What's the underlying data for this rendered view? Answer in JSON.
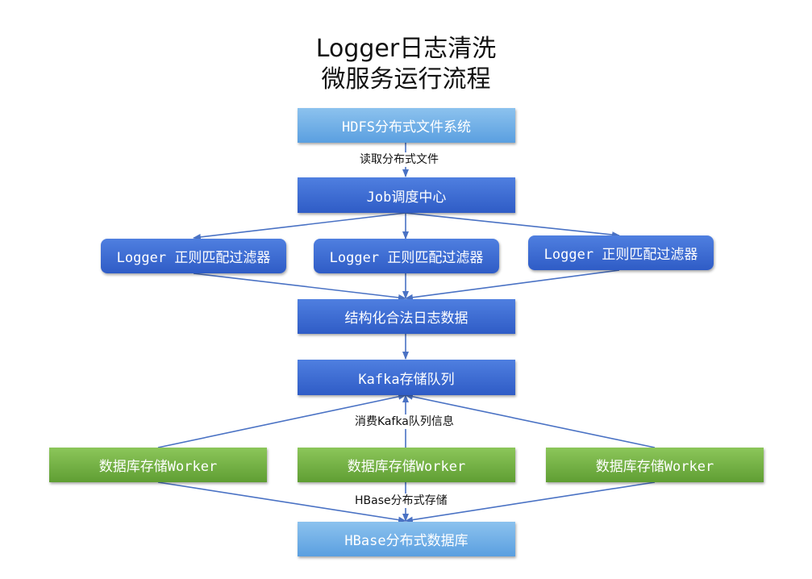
{
  "title": {
    "line1": "Logger日志清洗",
    "line2": "微服务运行流程"
  },
  "nodes": {
    "hdfs": "HDFS分布式文件系统",
    "job": "Job调度中心",
    "filter_1": "Logger 正则匹配过滤器",
    "filter_2": "Logger 正则匹配过滤器",
    "filter_3": "Logger 正则匹配过滤器",
    "structured": "结构化合法日志数据",
    "kafka": "Kafka存储队列",
    "worker_1": "数据库存储Worker",
    "worker_2": "数据库存储Worker",
    "worker_3": "数据库存储Worker",
    "hbase": "HBase分布式数据库"
  },
  "edge_labels": {
    "read": "读取分布式文件",
    "consume": "消费Kafka队列信息",
    "hbase_store": "HBase分布式存储"
  },
  "colors": {
    "light_blue": "#6aaae6",
    "dark_blue": "#3a68d2",
    "green": "#6fae41",
    "arrow": "#4a72c4"
  }
}
